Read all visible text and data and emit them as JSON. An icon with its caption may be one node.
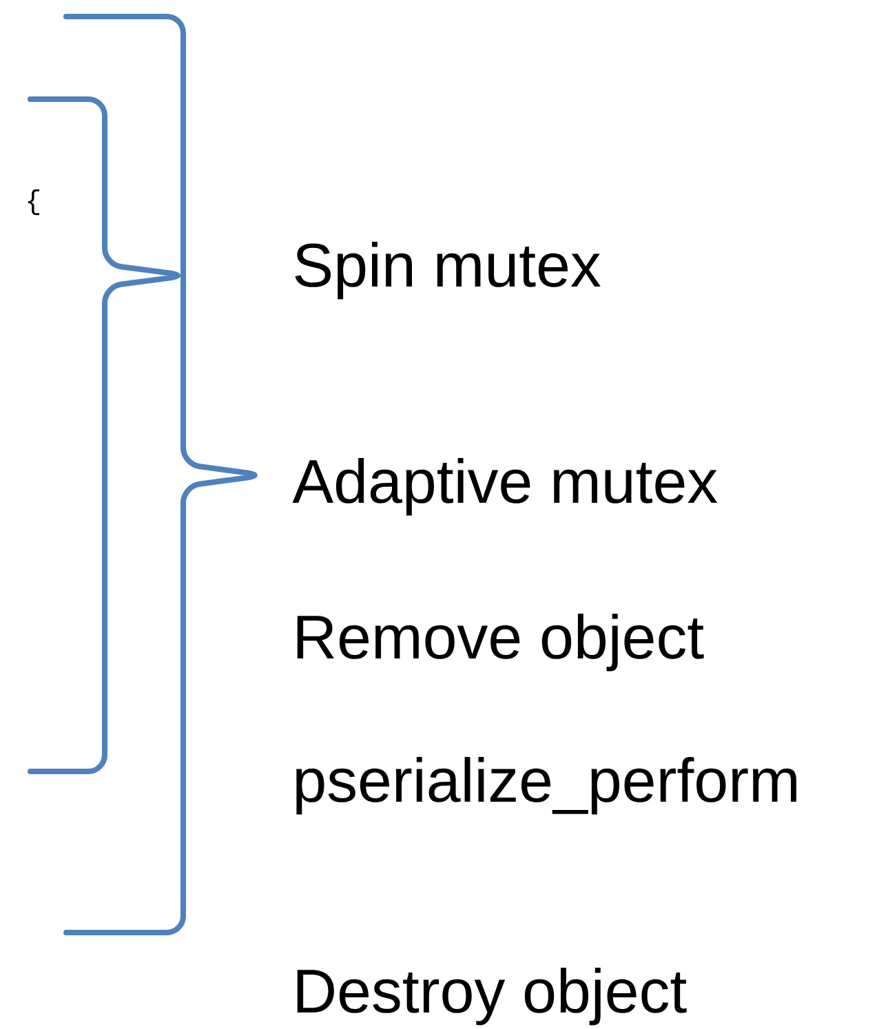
{
  "diagram": {
    "labels": [
      "{",
      "Spin mutex",
      "Adaptive mutex",
      "Remove object",
      "pserialize_perform",
      "Destroy object"
    ]
  }
}
